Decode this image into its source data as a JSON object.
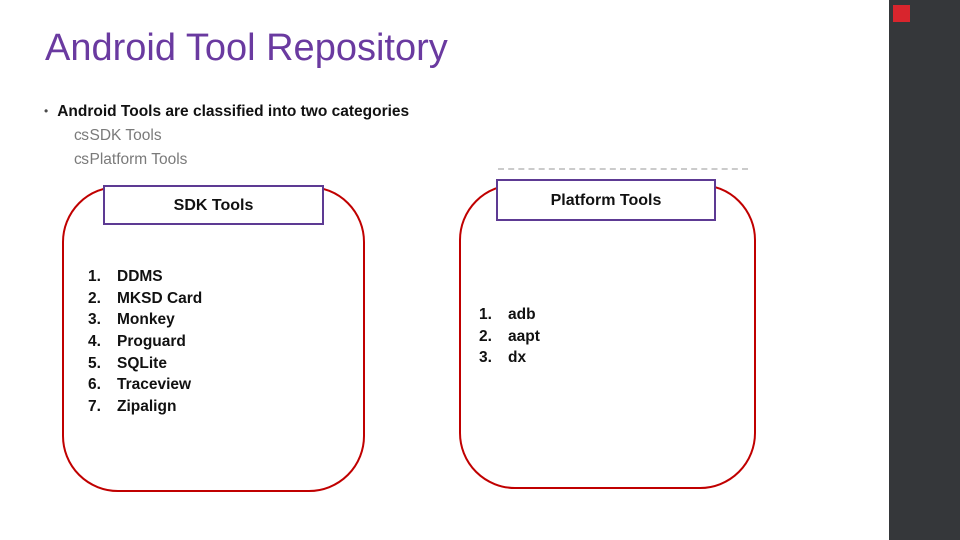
{
  "slide": {
    "title": "Android Tool Repository",
    "bullet": {
      "marker": "•",
      "text": "Android Tools are classified into two categories",
      "sub_items": [
        {
          "marker": "cs",
          "label": "SDK Tools"
        },
        {
          "marker": "cs",
          "label": "Platform Tools"
        }
      ]
    },
    "boxes": [
      {
        "header": "SDK Tools",
        "items": [
          {
            "n": "1.",
            "label": "DDMS"
          },
          {
            "n": "2.",
            "label": "MKSD Card"
          },
          {
            "n": "3.",
            "label": "Monkey"
          },
          {
            "n": "4.",
            "label": "Proguard"
          },
          {
            "n": "5.",
            "label": "SQLite"
          },
          {
            "n": "6.",
            "label": "Traceview"
          },
          {
            "n": "7.",
            "label": "Zipalign"
          }
        ]
      },
      {
        "header": "Platform Tools",
        "items": [
          {
            "n": "1.",
            "label": "adb"
          },
          {
            "n": "2.",
            "label": "aapt"
          },
          {
            "n": "3.",
            "label": "dx"
          }
        ]
      }
    ],
    "colors": {
      "title_purple": "#6a3aa0",
      "box_border_red": "#c00000",
      "header_border_purple": "#5d3a93",
      "sub_bullet_gray": "#7a7a7a",
      "sidebar_dark": "#35373a",
      "marker_red": "#d8252d"
    }
  }
}
